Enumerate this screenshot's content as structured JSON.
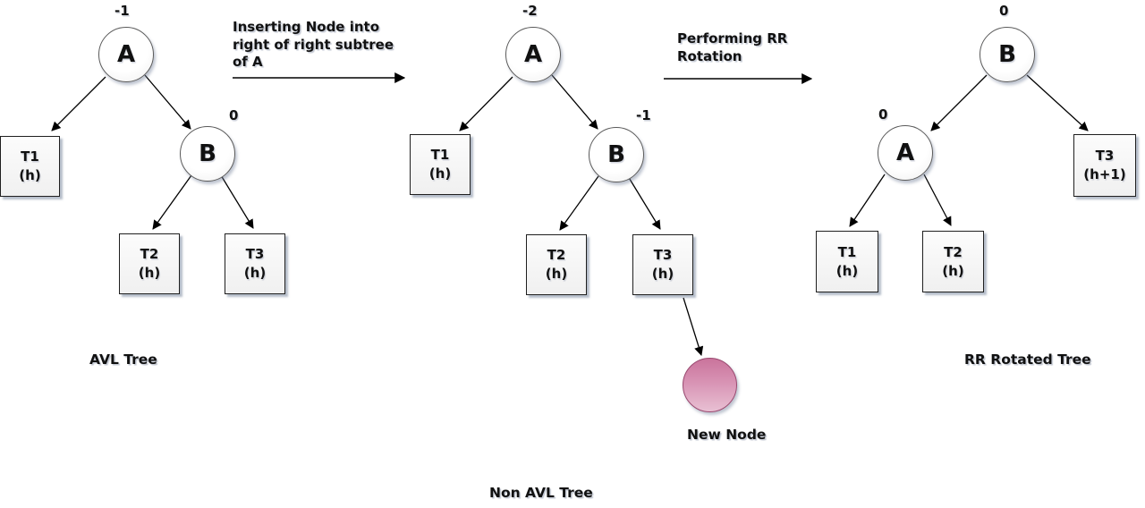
{
  "trees": [
    {
      "caption": "AVL Tree",
      "circles": [
        {
          "label": "A",
          "balance": "-1"
        },
        {
          "label": "B",
          "balance": "0"
        }
      ],
      "boxes": [
        {
          "line1": "T1",
          "line2": "(h)"
        },
        {
          "line1": "T2",
          "line2": "(h)"
        },
        {
          "line1": "T3",
          "line2": "(h)"
        }
      ]
    },
    {
      "caption": "Non AVL Tree",
      "circles": [
        {
          "label": "A",
          "balance": "-2"
        },
        {
          "label": "B",
          "balance": "-1"
        }
      ],
      "boxes": [
        {
          "line1": "T1",
          "line2": "(h)"
        },
        {
          "line1": "T2",
          "line2": "(h)"
        },
        {
          "line1": "T3",
          "line2": "(h)"
        }
      ],
      "new_node_label": "New Node"
    },
    {
      "caption": "RR Rotated Tree",
      "circles": [
        {
          "label": "B",
          "balance": "0"
        },
        {
          "label": "A",
          "balance": "0"
        }
      ],
      "boxes": [
        {
          "line1": "T1",
          "line2": "(h)"
        },
        {
          "line1": "T2",
          "line2": "(h)"
        },
        {
          "line1": "T3",
          "line2": "(h+1)"
        }
      ]
    }
  ],
  "transitions": [
    {
      "lines": [
        "Inserting Node into",
        "right of right subtree",
        "of A"
      ]
    },
    {
      "lines": [
        "Performing RR",
        "Rotation"
      ]
    }
  ],
  "colors": {
    "background": "#ffffff",
    "node_border": "#5a5a5a",
    "box_border": "#1f1f1f",
    "arrow": "#000000",
    "new_node_fill_top": "#ca749c",
    "new_node_fill_bottom": "#e8c0d3",
    "new_node_border": "#99486f",
    "shadow": "#6e7d96"
  }
}
